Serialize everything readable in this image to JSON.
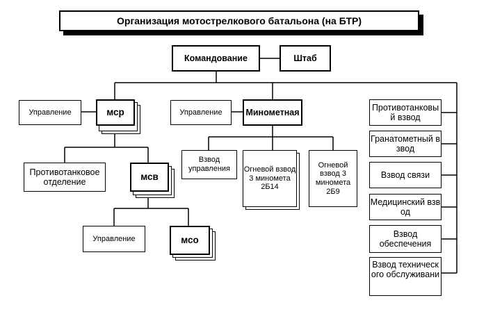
{
  "diagram": {
    "title": "Организация мотострелкового батальона (на БТР)",
    "nodes": {
      "command": "Командование",
      "staff": "Штаб",
      "msr_control": "Управление",
      "msr": "мср",
      "mortar_control": "Управление",
      "mortar": "Минометная",
      "platoon_antitank": "Противотанковый взвод",
      "platoon_grenade": "Гранатометный взвод",
      "platoon_signal": "Взвод связи",
      "platoon_medical": "Медицинский взвод",
      "platoon_supply": "Взвод обеспечения",
      "platoon_maintenance": "Взвод технического обслуживани",
      "antitank_section": "Противотанковое отделение",
      "msv": "мсв",
      "mortar_control_platoon": "Взвод управления",
      "fire_platoon_1": "Огневой взвод 3 миномета 2Б14",
      "fire_platoon_2": "Огневой взвод 3 миномета 2Б9",
      "msv_control": "Управление",
      "mso": "мсо"
    }
  }
}
